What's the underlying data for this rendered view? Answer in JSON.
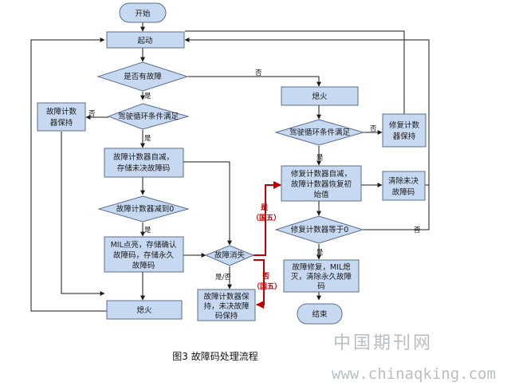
{
  "nodes": {
    "start": "开始",
    "ignite": "起动",
    "q_fault": "是否有故障",
    "q_cycle_left": "驾驶循环条件满足",
    "cnt_keep_left": [
      "故障计数",
      "器保持"
    ],
    "dec_counter": [
      "故障计数器自减，",
      "存储未决故障码"
    ],
    "q_counter_zero": "故障计数器减到0",
    "mil_on": [
      "MIL点亮，存储确认",
      "故障码，存储永久",
      "故障码"
    ],
    "q_fault_gone": "故障消失",
    "keep_counter": [
      "故障计数器保",
      "持，未决故障",
      "码保持"
    ],
    "flameout_left": "熄火",
    "flameout_right": "熄火",
    "q_cycle_right": "驾驶循环条件满足",
    "repair_keep": [
      "修复计数",
      "器保持"
    ],
    "repair_dec": [
      "修复计数器自减，",
      "故障计数器恢复初",
      "始值"
    ],
    "clear_pending": [
      "清除未决",
      "故障码"
    ],
    "q_repair_zero": "修复计数器等于0",
    "repaired": [
      "故障修复，MIL熄",
      "灭，清除永久故障",
      "码"
    ],
    "end": "结束"
  },
  "edge_labels": {
    "yes": "是",
    "no": "否",
    "yes_no": "是/否",
    "red_yes": "是",
    "red_no": "否",
    "red_guo5_a": "（国五）",
    "red_guo5_b": "（国五）"
  },
  "caption": "图3 故障码处理流程",
  "watermark": {
    "name": "中国期刊网",
    "url": "www.chinaqking.com"
  }
}
